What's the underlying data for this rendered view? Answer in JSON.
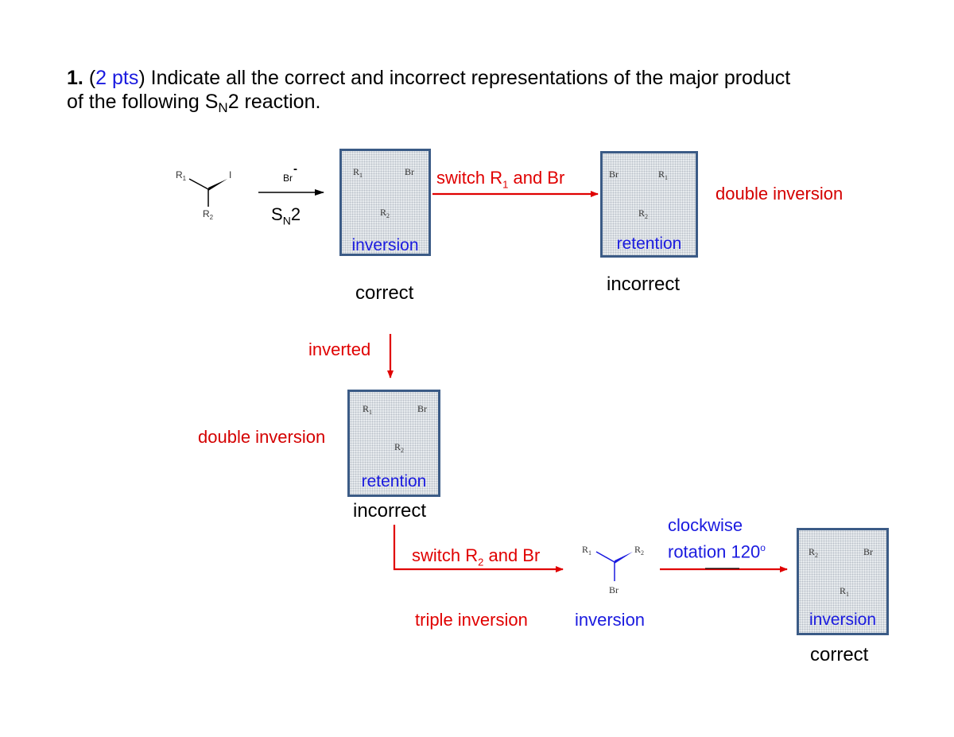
{
  "question": {
    "number": "1.",
    "open_paren": "(",
    "points": "2 pts",
    "close_paren": ")",
    "text_line1": "Indicate all the correct and incorrect representations of the major product",
    "text_line2_pre": "of the following S",
    "text_line2_sub": "N",
    "text_line2_post": "2 reaction."
  },
  "reaction": {
    "reagent": "Br",
    "reagent_charge": "-",
    "condition_pre": "S",
    "condition_sub": "N",
    "condition_post": "2",
    "start": {
      "r1": "R",
      "r1_sub": "1",
      "leaving": "I",
      "r2": "R",
      "r2_sub": "2"
    }
  },
  "structures": {
    "a": {
      "tag": "inversion",
      "caption": "correct",
      "r1": "R",
      "r1_sub": "1",
      "x": "Br",
      "r2": "R",
      "r2_sub": "2"
    },
    "b": {
      "tag": "retention",
      "caption": "incorrect",
      "x": "Br",
      "r1": "R",
      "r1_sub": "1",
      "r2": "R",
      "r2_sub": "2"
    },
    "c": {
      "tag": "retention",
      "caption": "incorrect",
      "r1": "R",
      "r1_sub": "1",
      "x": "Br",
      "r2": "R",
      "r2_sub": "2"
    },
    "d": {
      "tag": "inversion",
      "r1": "R",
      "r1_sub": "1",
      "r2": "R",
      "r2_sub": "2",
      "x": "Br"
    },
    "e": {
      "tag": "inversion",
      "caption": "correct",
      "r2": "R",
      "r2_sub": "2",
      "x": "Br",
      "r1": "R",
      "r1_sub": "1"
    }
  },
  "arrows": {
    "switch_r1_pre": "switch R",
    "switch_r1_sub": "1",
    "switch_r1_post": " and Br",
    "double_inversion_top": "double inversion",
    "inverted": "inverted",
    "double_inversion_left": "double inversion",
    "switch_r2_pre": "switch R",
    "switch_r2_sub": "2",
    "switch_r2_post": " and Br",
    "triple_inversion": "triple inversion",
    "rotation_line1": "clockwise",
    "rotation_line2": "rotation 120",
    "rotation_degree": "o"
  },
  "colors": {
    "red": "#e00000",
    "blue": "#1a1adf",
    "box_border": "#3b5b86"
  }
}
